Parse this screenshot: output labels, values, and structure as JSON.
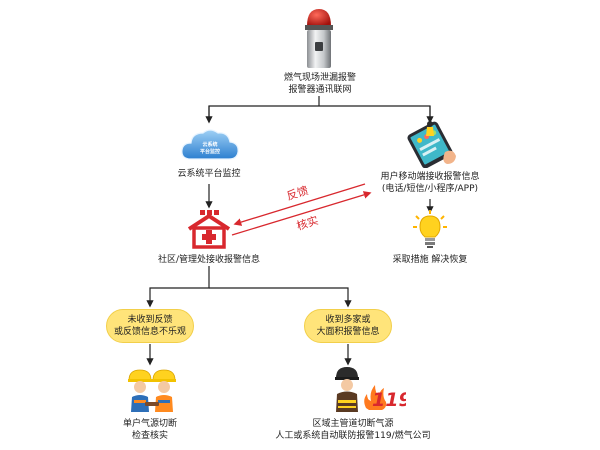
{
  "nodes": {
    "alarm": {
      "lines": [
        "燃气现场泄漏报警",
        "报警器通讯联网"
      ]
    },
    "cloud": {
      "lines": [
        "云系统平台监控"
      ],
      "badge_lines": [
        "云系统",
        "平台监控"
      ]
    },
    "mobile": {
      "lines": [
        "用户移动端接收报警信息",
        "(电话/短信/小程序/APP)"
      ]
    },
    "community": {
      "lines": [
        "社区/管理处接收报警信息"
      ]
    },
    "action": {
      "lines": [
        "采取措施 解决恢复"
      ]
    },
    "left_condition": {
      "lines": [
        "未收到反馈",
        "或反馈信息不乐观"
      ]
    },
    "right_condition": {
      "lines": [
        "收到多家或",
        "大面积报警信息"
      ]
    },
    "single_cutoff": {
      "lines": [
        "单户气源切断",
        "检查核实"
      ]
    },
    "regional_cutoff": {
      "lines": [
        "区域主管道切断气源",
        "人工或系统自动联防报警119/燃气公司"
      ]
    }
  },
  "edges": {
    "feedback_label": "反馈",
    "verify_label": "核实"
  },
  "emblem": {
    "number": "119"
  },
  "colors": {
    "accent_red": "#d8282e",
    "pill_yellow": "#ffe47a",
    "bulb_yellow": "#ffd21f",
    "cloud_blue": "#2c7fd0"
  }
}
